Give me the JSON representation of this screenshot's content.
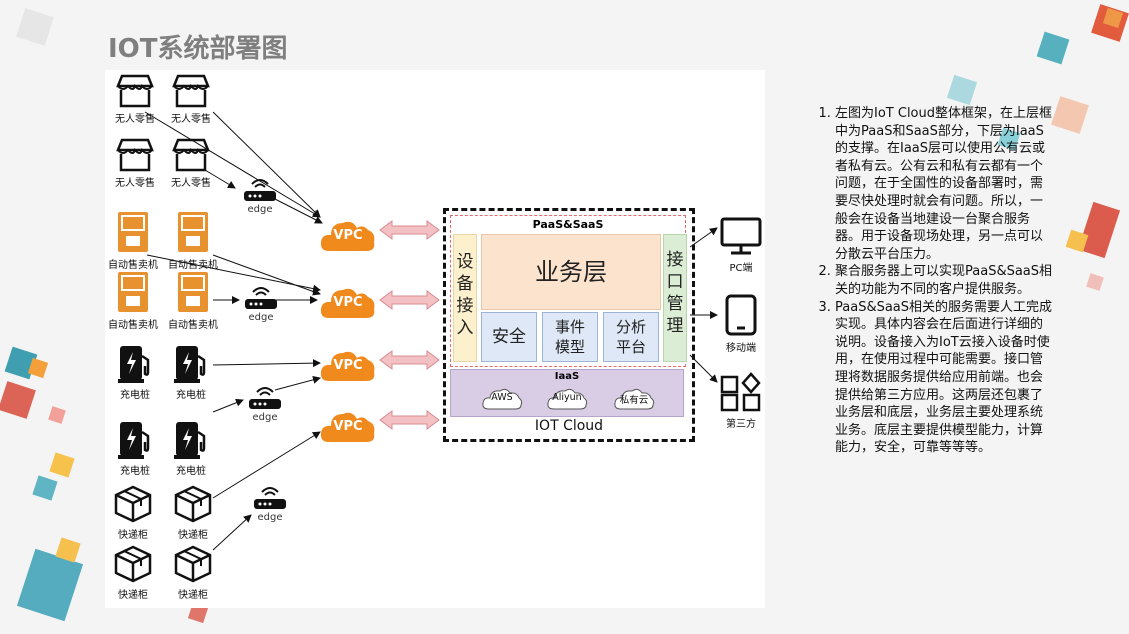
{
  "slide": {
    "title": "IOT系统部署图"
  },
  "devices": {
    "retail": "无人零售",
    "vending": "自动售卖机",
    "charger": "充电桩",
    "locker": "快递柜"
  },
  "edge_label": "edge",
  "vpc_label": "VPC",
  "iot_cloud": {
    "paas_label": "PaaS&SaaS",
    "device_access": "设备接入",
    "business_layer": "业务层",
    "api_management": "接口管理",
    "modules": [
      "安全",
      "事件模型",
      "分析平台"
    ],
    "iaas_label": "IaaS",
    "providers": [
      "AWS",
      "Aliyun",
      "私有云"
    ],
    "title": "IOT Cloud"
  },
  "clients": [
    "PC端",
    "移动端",
    "第三方"
  ],
  "notes": [
    "左图为IoT Cloud整体框架，在上层框中为PaaS和SaaS部分，下层为IaaS的支撑。在IaaS层可以使用公有云或者私有云。公有云和私有云都有一个问题，在于全国性的设备部署时，需要尽快处理时就会有问题。所以，一般会在设备当地建设一台聚合服务器。用于设备现场处理，另一点可以分散云平台压力。",
    "聚合服务器上可以实现PaaS&SaaS相关的功能为不同的客户提供服务。",
    "PaaS&SaaS相关的服务需要人工完成实现。具体内容会在后面进行详细的说明。设备接入为IoT云接入设备时使用，在使用过程中可能需要。接口管理将数据服务提供给应用前端。也会提供给第三方应用。这两层还包裹了业务层和底层，业务层主要处理系统业务。底层主要提供模型能力，计算能力，安全，可靠等等等。"
  ],
  "colors": {
    "vpc_orange": "#f08a1d",
    "vending_orange": "#e8922f",
    "arrow_pink": "#e9a3a8",
    "business_bg": "#fbe3cd",
    "device_access_bg": "#fdf0cc",
    "api_bg": "#dcedd5",
    "module_bg": "#dee8f6",
    "iaas_bg": "#d9cde6"
  },
  "icons": [
    "store-icon",
    "vending-machine-icon",
    "charging-station-icon",
    "package-box-icon",
    "router-icon",
    "cloud-icon",
    "monitor-icon",
    "tablet-icon",
    "third-party-icon"
  ]
}
